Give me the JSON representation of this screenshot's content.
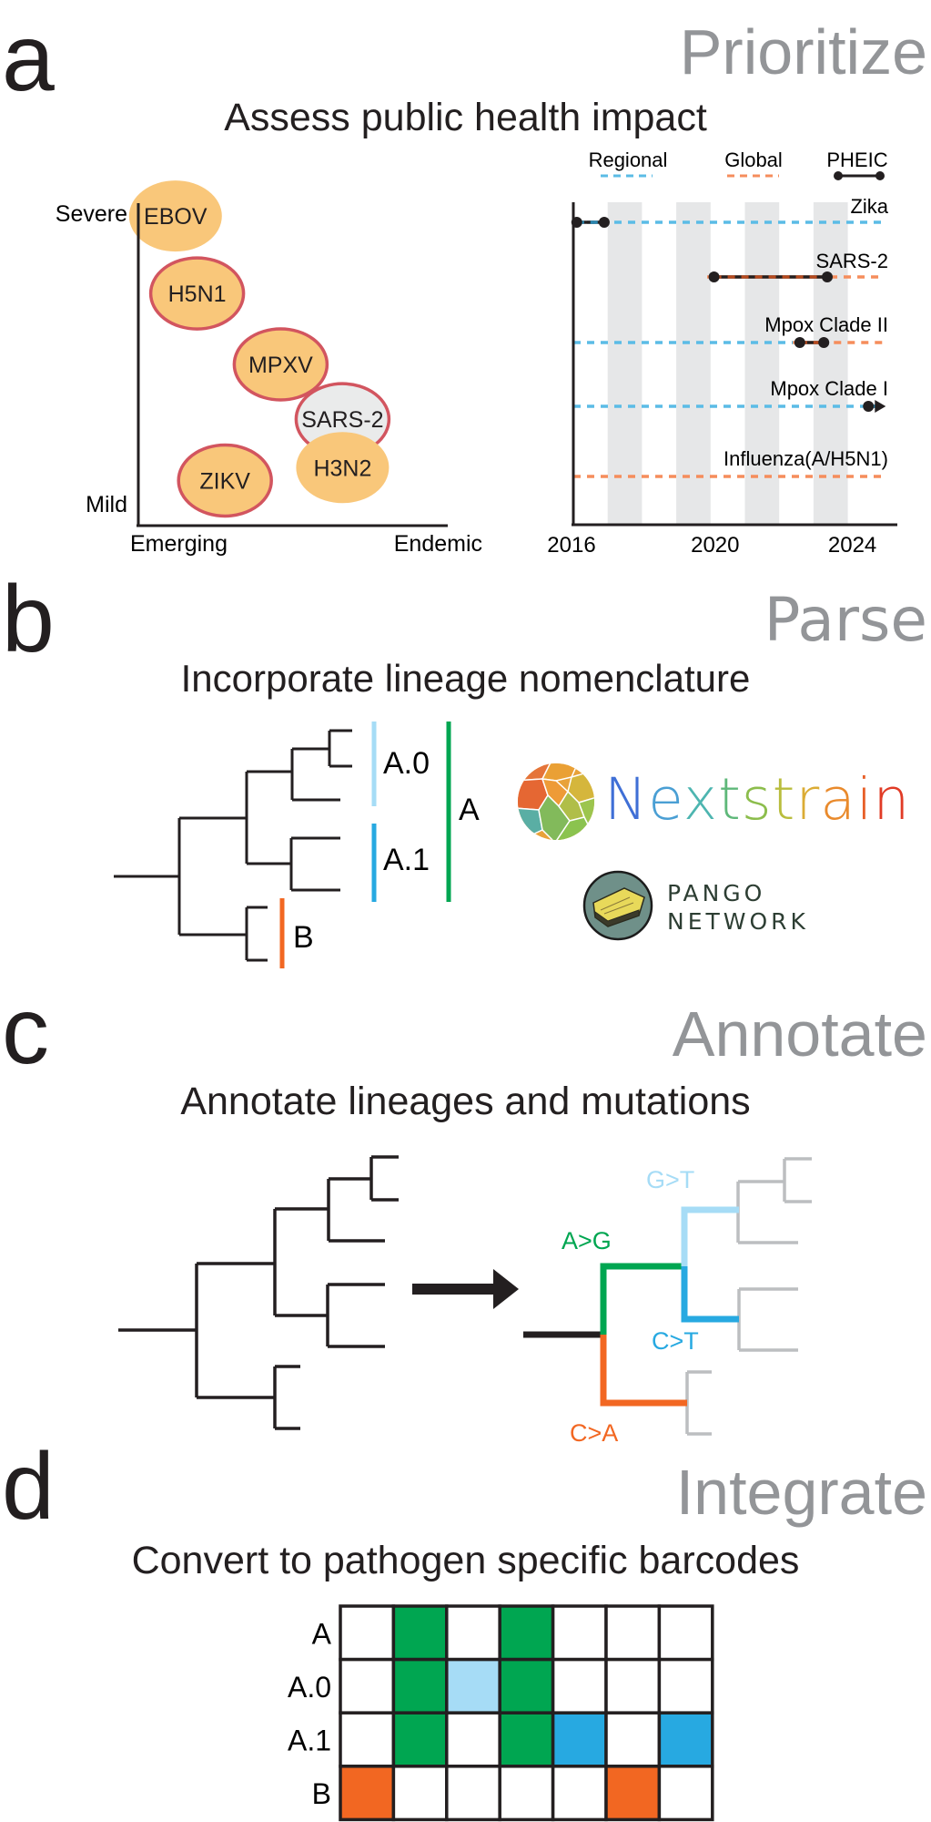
{
  "panels": {
    "a": {
      "letter": "a",
      "tag": "Prioritize",
      "subtitle": "Assess public health impact"
    },
    "b": {
      "letter": "b",
      "tag": "Parse",
      "subtitle": "Incorporate lineage nomenclature"
    },
    "c": {
      "letter": "c",
      "tag": "Annotate",
      "subtitle": "Annotate lineages and mutations"
    },
    "d": {
      "letter": "d",
      "tag": "Integrate",
      "subtitle": "Convert to pathogen specific barcodes"
    }
  },
  "colors": {
    "orange_fill": "#f9c77a",
    "red_outline": "#d2555f",
    "grey_fill": "#e6e7e8",
    "regional": "#5bbce6",
    "global": "#f58d5c",
    "pheic": "#231f20",
    "band": "#e6e7e8",
    "green": "#00a651",
    "light_blue": "#a6dcf6",
    "blue": "#27a9e1",
    "orange": "#f26722",
    "tree_grey": "#bcbec0",
    "label_grey": "#939598"
  },
  "chart_data": [
    {
      "type": "scatter",
      "title": "Severity vs. endemicity",
      "xlabel_left": "Emerging",
      "xlabel_right": "Endemic",
      "ylabel_top": "Severe",
      "ylabel_bottom": "Mild",
      "xlim": [
        0,
        1
      ],
      "ylim": [
        0,
        1
      ],
      "points": [
        {
          "label": "EBOV",
          "x": 0.12,
          "y": 0.96,
          "fill": "orange",
          "outlined": false
        },
        {
          "label": "H5N1",
          "x": 0.19,
          "y": 0.72,
          "fill": "orange",
          "outlined": true
        },
        {
          "label": "MPXV",
          "x": 0.46,
          "y": 0.5,
          "fill": "orange",
          "outlined": true
        },
        {
          "label": "SARS-2",
          "x": 0.66,
          "y": 0.33,
          "fill": "grey",
          "outlined": true
        },
        {
          "label": "H3N2",
          "x": 0.66,
          "y": 0.18,
          "fill": "orange",
          "outlined": false
        },
        {
          "label": "ZIKV",
          "x": 0.28,
          "y": 0.14,
          "fill": "orange",
          "outlined": true
        }
      ]
    },
    {
      "type": "line",
      "title": "Emergency timeline",
      "xlim": [
        2016,
        2025.1
      ],
      "x_ticks": [
        2016,
        2020,
        2024
      ],
      "shaded_years": [
        2017,
        2019,
        2021,
        2023
      ],
      "legend": [
        {
          "label": "Regional",
          "style": "regional"
        },
        {
          "label": "Global",
          "style": "global"
        },
        {
          "label": "PHEIC",
          "style": "pheic"
        }
      ],
      "legend_placement": "top",
      "series": [
        {
          "name": "Zika",
          "segments": [
            {
              "style": "regional",
              "from": 2016.0,
              "to": 2025.0
            }
          ],
          "pheic": [
            2016.1,
            2016.9
          ],
          "ongoing": false
        },
        {
          "name": "SARS-2",
          "segments": [
            {
              "style": "global",
              "from": 2019.9,
              "to": 2025.0
            }
          ],
          "pheic": [
            2020.1,
            2023.4
          ],
          "ongoing": false
        },
        {
          "name": "Mpox Clade II",
          "segments": [
            {
              "style": "regional",
              "from": 2016.0,
              "to": 2022.4
            },
            {
              "style": "global",
              "from": 2022.4,
              "to": 2025.0
            }
          ],
          "pheic": [
            2022.6,
            2023.3
          ],
          "ongoing": false
        },
        {
          "name": "Mpox Clade I",
          "segments": [
            {
              "style": "regional",
              "from": 2016.0,
              "to": 2025.0
            }
          ],
          "pheic": [
            2024.6,
            2025.0
          ],
          "ongoing": true
        },
        {
          "name": "Influenza(A/H5N1)",
          "segments": [
            {
              "style": "global",
              "from": 2016.0,
              "to": 2025.0
            }
          ],
          "pheic": null,
          "ongoing": false
        }
      ]
    }
  ],
  "lineage": {
    "labels": {
      "A0": "A.0",
      "A1": "A.1",
      "A": "A",
      "B": "B"
    }
  },
  "logos": {
    "nextstrain": {
      "letters": [
        "N",
        "e",
        "x",
        "t",
        "s",
        "t",
        "r",
        "a",
        "i",
        "n"
      ],
      "colors": [
        "#3f6fd6",
        "#4a9fd4",
        "#4db5b0",
        "#5fb87a",
        "#8cbd4c",
        "#b9bd3d",
        "#dbac34",
        "#e98a2c",
        "#e85f28",
        "#e13b26"
      ]
    },
    "pango": {
      "line1": "PANGO",
      "line2": "NETWORK",
      "text_color": "#2d3e33",
      "badge_color": "#6f9089"
    }
  },
  "annotate": {
    "mutations": [
      {
        "label": "A>G",
        "color": "green"
      },
      {
        "label": "G>T",
        "color": "light_blue"
      },
      {
        "label": "C>T",
        "color": "blue"
      },
      {
        "label": "C>A",
        "color": "orange"
      }
    ]
  },
  "barcode": {
    "rows": [
      "A",
      "A.0",
      "A.1",
      "B"
    ],
    "cells": [
      [
        "none",
        "green",
        "none",
        "green",
        "none",
        "none",
        "none"
      ],
      [
        "none",
        "green",
        "light_blue",
        "green",
        "none",
        "none",
        "none"
      ],
      [
        "none",
        "green",
        "none",
        "green",
        "blue",
        "none",
        "blue"
      ],
      [
        "orange",
        "none",
        "none",
        "none",
        "none",
        "orange",
        "none"
      ]
    ]
  }
}
